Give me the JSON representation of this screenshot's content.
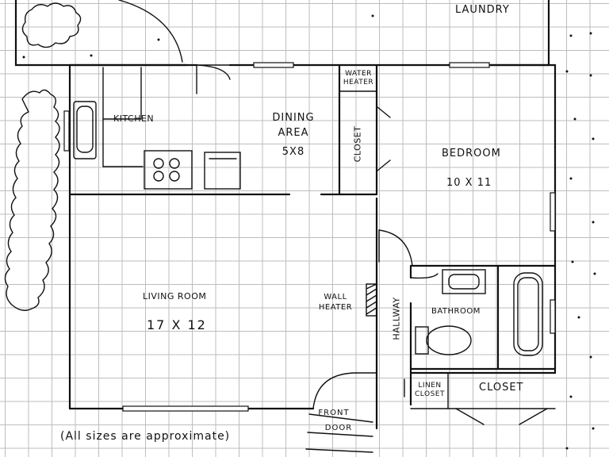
{
  "labels": {
    "laundry": "LAUNDRY",
    "kitchen": "KITCHEN",
    "dining_line1": "DINING",
    "dining_line2": "AREA",
    "dining_size": "5X8",
    "water_heater_line1": "WATER",
    "water_heater_line2": "HEATER",
    "closet_vertical": "CLOSET",
    "bedroom": "BEDROOM",
    "bedroom_size": "10 X 11",
    "living_room": "LIVING ROOM",
    "living_size": "17 X 12",
    "wall_heater_line1": "WALL",
    "wall_heater_line2": "HEATER",
    "hallway": "HALLWAY",
    "bathroom": "BATHROOM",
    "linen_closet_line1": "LINEN",
    "linen_closet_line2": "CLOSET",
    "closet": "CLOSET",
    "front_door_line1": "FRONT",
    "front_door_line2": "DOOR",
    "note": "(All sizes are approximate)"
  },
  "colors": {
    "ink": "#111111",
    "grid": "#bdbdbd",
    "paper": "#ffffff"
  },
  "icons": [
    "stove-icon",
    "sink-icon",
    "bathtub-icon",
    "toilet-icon",
    "shrub-icon"
  ]
}
